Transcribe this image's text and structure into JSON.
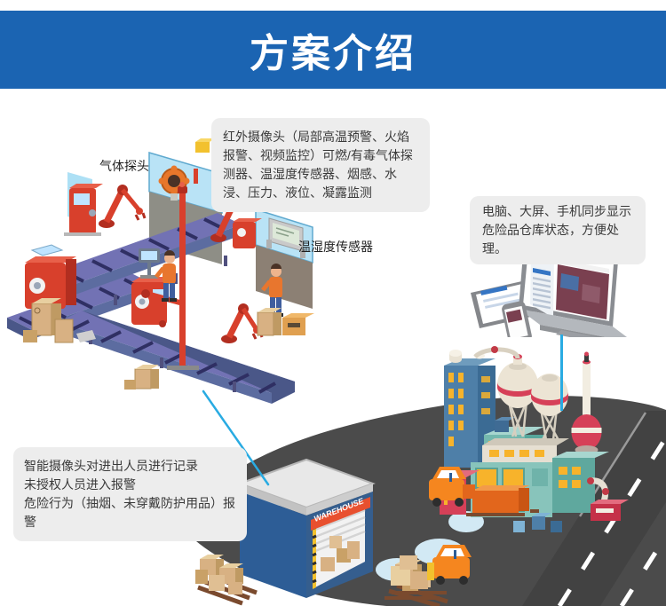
{
  "banner": {
    "title": "方案介绍"
  },
  "callouts": {
    "sensor_monitoring": {
      "text": "红外摄像头（局部高温预警、火焰报警、视频监控）可燃/有毒气体探测器、温湿度传感器、烟感、水浸、压力、液位、凝露监测"
    },
    "sync_display": {
      "text": "电脑、大屏、手机同步显示危险品仓库状态，方便处理。"
    },
    "personnel_monitoring": {
      "lines": [
        "智能摄像头对进出人员进行记录",
        "未授权人员进入报警",
        "危险行为（抽烟、未穿戴防护用品）报警"
      ]
    }
  },
  "labels": {
    "gas_probe": "气体探头",
    "temp_humidity_sensor": "温湿度传感器",
    "warehouse_sign": "WAREHOUSE"
  },
  "colors": {
    "banner_bg": "#1b64b2",
    "banner_text": "#ffffff",
    "callout_bg": "#ededed",
    "connector_blue": "#29abe2",
    "ground_gray": "#4b4b4b",
    "road_gray": "#454545",
    "machine_red": "#d8402c",
    "belt_purple": "#7272b4",
    "forklift_orange": "#f5861f",
    "warehouse_blue": "#2d5d96",
    "factory_teal": "#7ec0b7",
    "silo_stripe_red": "#d64058",
    "panel_blue": "#b9e3f6",
    "window_yellow": "#f7b32b",
    "box_tan": "#d8b183"
  }
}
